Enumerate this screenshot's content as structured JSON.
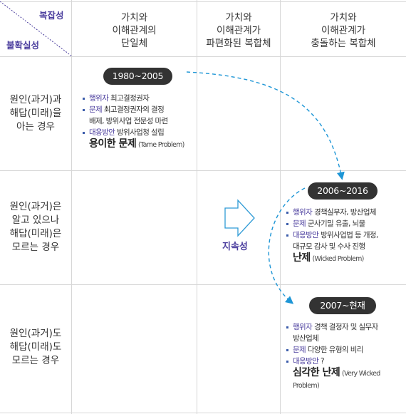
{
  "axes": {
    "complexity_label": "복잡성",
    "uncertainty_label": "불확실성"
  },
  "columns": [
    {
      "lines": [
        "가치와",
        "이해관계의",
        "단일체"
      ]
    },
    {
      "lines": [
        "가치와",
        "이해관계가",
        "파편화된 복합체"
      ]
    },
    {
      "lines": [
        "가치와",
        "이해관계가",
        "충돌하는 복합체"
      ]
    }
  ],
  "rows": [
    {
      "lines": [
        "원인(과거)과",
        "해답(미래)을",
        "아는 경우"
      ]
    },
    {
      "lines": [
        "원인(과거)은",
        "알고 있으나",
        "해답(미래)은",
        "모르는 경우"
      ]
    },
    {
      "lines": [
        "원인(과거)도",
        "해답(미래)도",
        "모르는 경우"
      ]
    }
  ],
  "continuity_label": "지속성",
  "periods": [
    {
      "label": "1980~2005",
      "actor_key": "행위자",
      "actor": "최고결정권자",
      "problem_key": "문제",
      "problem_1": "최고결정권자의 결정",
      "problem_2": "배제, 방위사업 전문성 마련",
      "response_key": "대응방안",
      "response_1": "방위사업청 설립",
      "response_2": "",
      "verdict": "용이한 문제",
      "verdict_en": "(Tame Problem)"
    },
    {
      "label": "2006~2016",
      "actor_key": "행위자",
      "actor": "경책실무자, 방산업체",
      "problem_key": "문제",
      "problem_1": "군사기밀 유출, 뇌물",
      "problem_2": "",
      "response_key": "대응방안",
      "response_1": "방위사업법 등 개정,",
      "response_2": "대규모 감사 및 수사 진행",
      "verdict": "난제",
      "verdict_en": "(Wicked Problem)"
    },
    {
      "label": "2007~현재",
      "actor_key": "행위자",
      "actor": "경책 결정자 및 실무자",
      "actor_2": "방산업체",
      "problem_key": "문제",
      "problem_1": "다양한 유형의 비리",
      "problem_2": "",
      "response_key": "대응방안",
      "response_1": "?",
      "response_2": "",
      "verdict": "심각한 난제",
      "verdict_en": "(Very Wicked",
      "verdict_en_2": "Problem)"
    }
  ],
  "colors": {
    "accent": "#4b3e9e",
    "arrow": "#1e96d6",
    "pill": "#333333",
    "grid": "#d7d7d7"
  }
}
